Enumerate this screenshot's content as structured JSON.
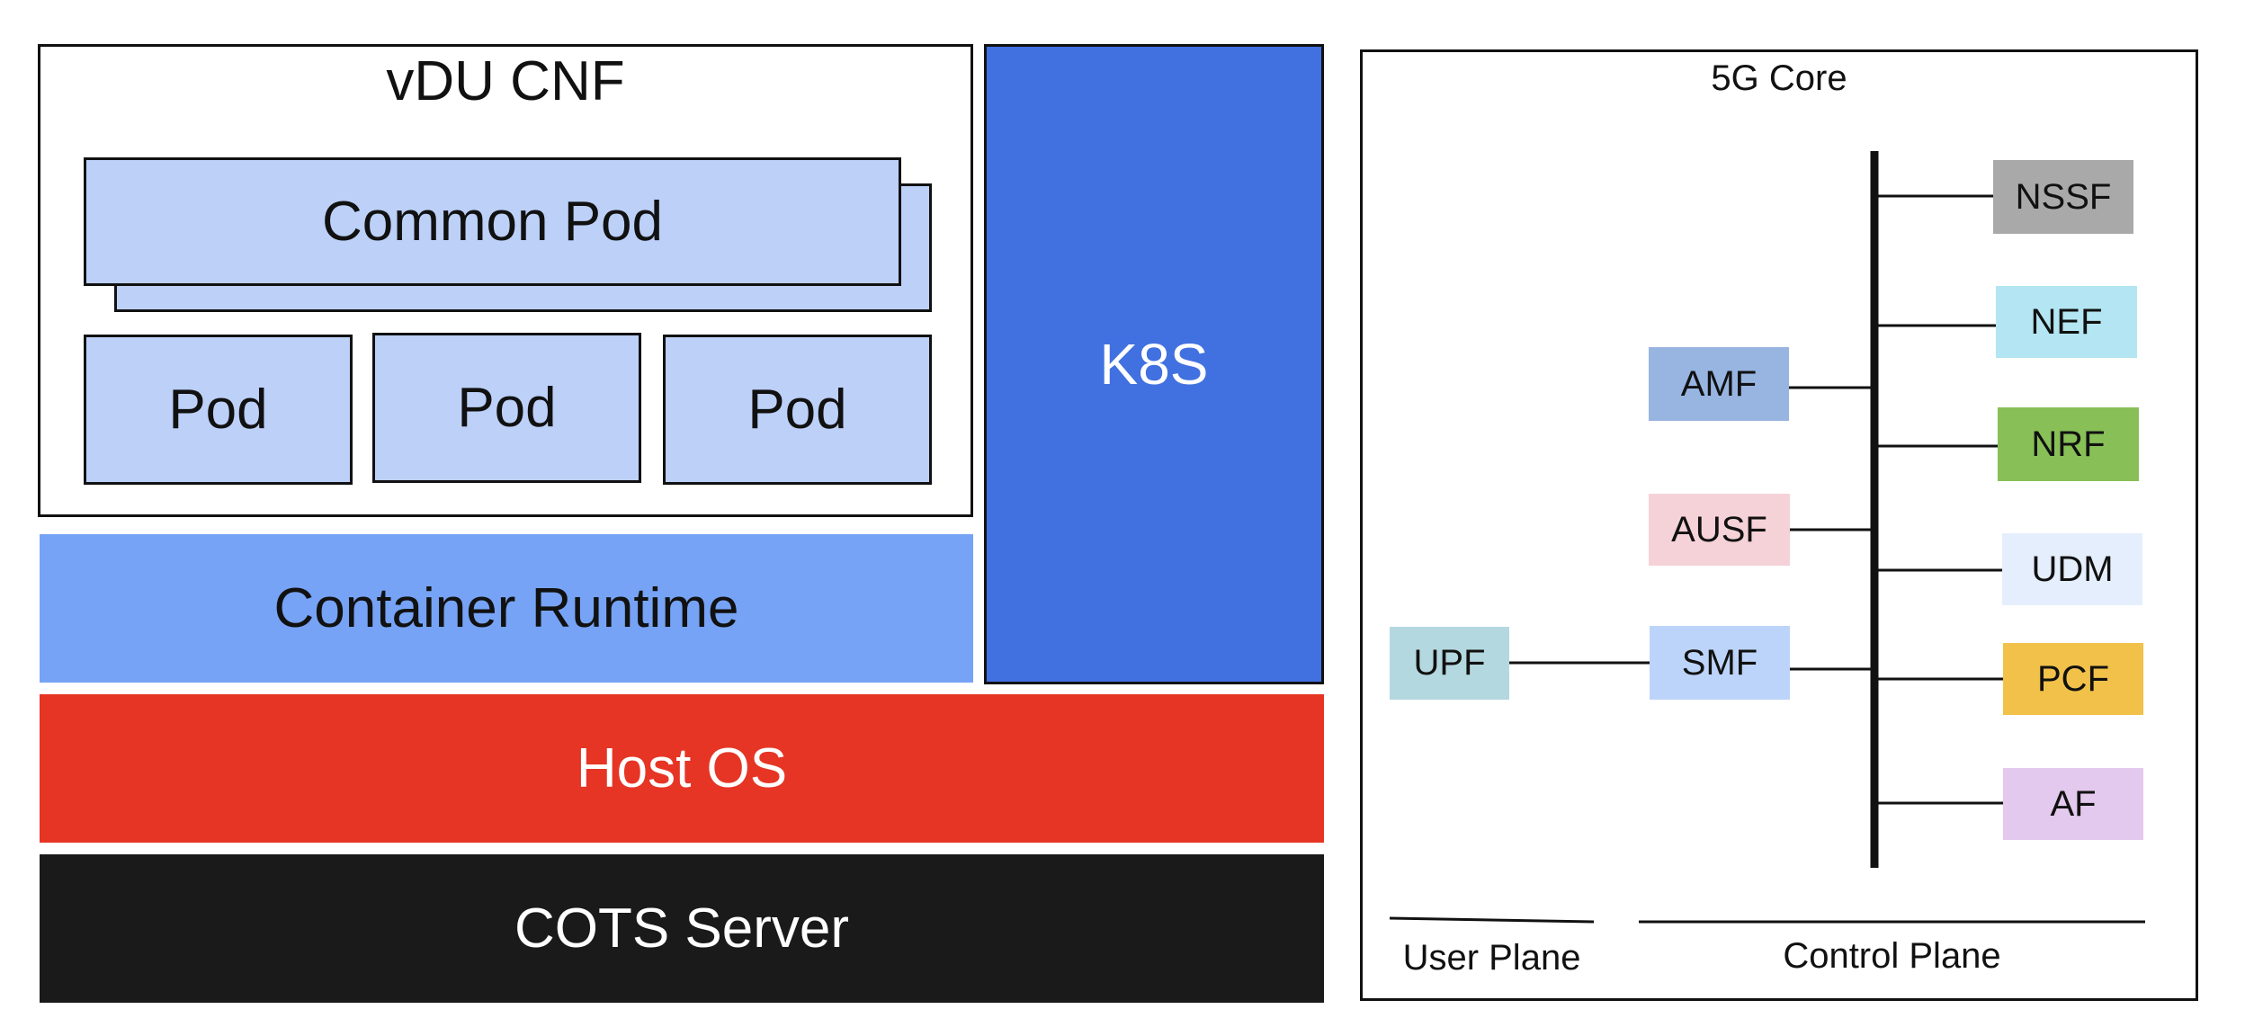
{
  "left": {
    "vdu_title": "vDU CNF",
    "common_pod": "Common Pod",
    "pods": [
      "Pod",
      "Pod",
      "Pod"
    ],
    "container_runtime": "Container Runtime",
    "k8s": "K8S",
    "host_os": "Host OS",
    "cots_server": "COTS Server"
  },
  "core": {
    "title": "5G Core",
    "functions": {
      "nssf": "NSSF",
      "nef": "NEF",
      "amf": "AMF",
      "nrf": "NRF",
      "ausf": "AUSF",
      "udm": "UDM",
      "upf": "UPF",
      "smf": "SMF",
      "pcf": "PCF",
      "af": "AF"
    },
    "user_plane": "User Plane",
    "control_plane": "Control Plane"
  },
  "colors": {
    "pod": "#bcd0f8",
    "container_runtime": "#76a3f5",
    "k8s": "#4170e0",
    "host_os": "#e63525",
    "cots_server": "#1a1a1a",
    "nssf": "#a9a9a9",
    "nef": "#b3e6f2",
    "amf": "#98b5e2",
    "nrf": "#88c057",
    "ausf": "#f5d2d8",
    "udm": "#e5eefc",
    "upf": "#b4d8df",
    "smf": "#bdd4fa",
    "pcf": "#f1c14a",
    "af": "#e4c9ee"
  }
}
